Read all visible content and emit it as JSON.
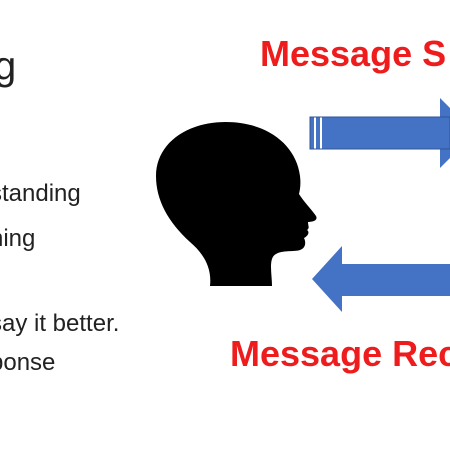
{
  "slide": {
    "title_fragment": "g",
    "bullets": [
      "standing",
      "ning",
      "say it better.",
      "ponse"
    ],
    "labels": {
      "sent": "Message S",
      "received": "Message Rec"
    },
    "colors": {
      "label_red": "#ee1c1c",
      "arrow_blue": "#4472c4",
      "arrow_blue_dark": "#2f5597",
      "head_fill": "#000000",
      "text": "#222222"
    },
    "icons": {
      "head": "human-head-silhouette-icon",
      "outgoing": "arrow-right-icon",
      "incoming": "arrow-left-icon"
    }
  }
}
